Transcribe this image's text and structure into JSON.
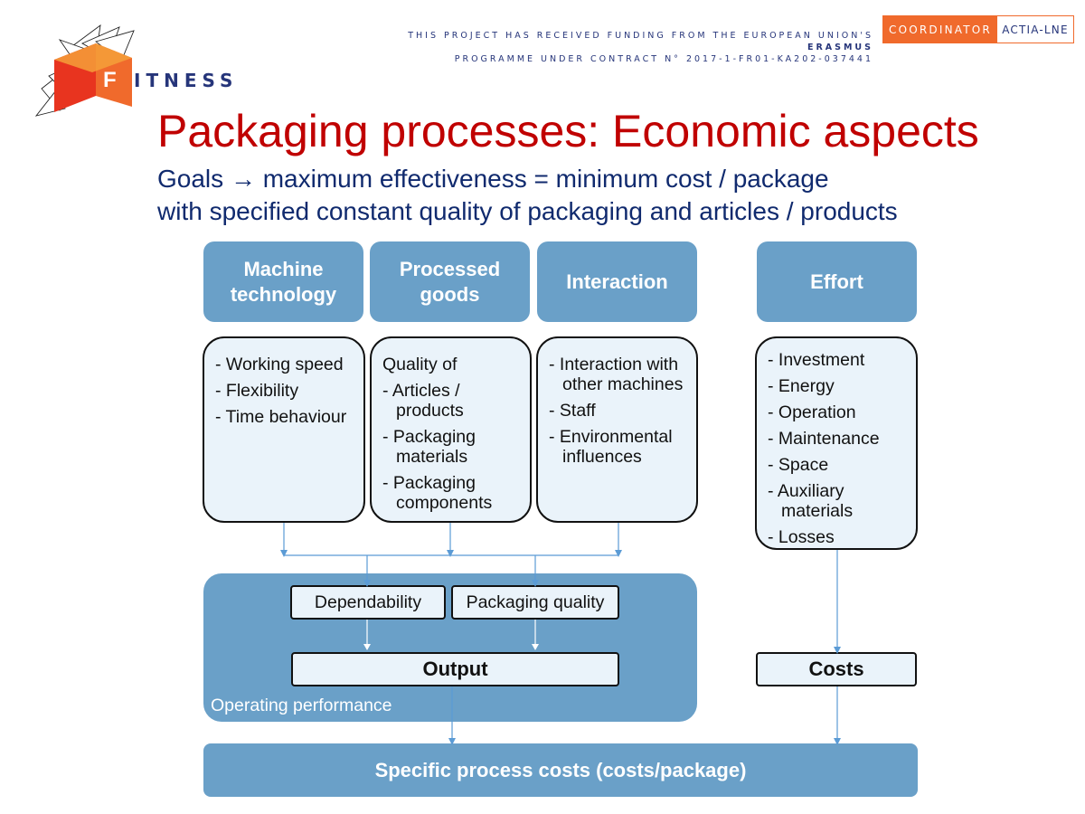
{
  "header": {
    "logo_text": "FITNESS",
    "funding_line1_pre": "THIS PROJECT HAS RECEIVED FUNDING FROM THE EUROPEAN UNION'S",
    "funding_line1_bold": "ERASMUS",
    "funding_line2": "PROGRAMME UNDER CONTRACT N° 2017-1-FR01-KA202-037441",
    "coordinator_label": "COORDINATOR",
    "coordinator_name": "ACTIA-LNE"
  },
  "slide": {
    "title": "Packaging processes: Economic aspects",
    "subtitle_line1_pre": "Goals",
    "subtitle_arrow": "→",
    "subtitle_line1_post": "maximum effectiveness = minimum cost / package",
    "subtitle_line2": "with specified constant quality of packaging and articles / products"
  },
  "diagram": {
    "headers": {
      "machine": [
        "Machine",
        "technology"
      ],
      "goods": [
        "Processed",
        "goods"
      ],
      "interaction": "Interaction",
      "effort": "Effort"
    },
    "machine_list": [
      "- Working speed",
      "- Flexibility",
      "- Time behaviour"
    ],
    "goods_list": {
      "intro": "Quality of",
      "items": [
        {
          "first": "- Articles /",
          "cont": "products"
        },
        {
          "first": "- Packaging",
          "cont": "materials"
        },
        {
          "first": "- Packaging",
          "cont": "components"
        }
      ]
    },
    "interaction_list": [
      {
        "first": "- Interaction with",
        "cont": "other machines"
      },
      {
        "first": "- Staff",
        "cont": ""
      },
      {
        "first": "- Environmental",
        "cont": "influences"
      }
    ],
    "effort_list": [
      {
        "first": "- Investment",
        "cont": ""
      },
      {
        "first": "- Energy",
        "cont": ""
      },
      {
        "first": "- Operation",
        "cont": ""
      },
      {
        "first": "- Maintenance",
        "cont": ""
      },
      {
        "first": "- Space",
        "cont": ""
      },
      {
        "first": "- Auxiliary",
        "cont": "materials"
      },
      {
        "first": "- Losses",
        "cont": ""
      }
    ],
    "dependability": "Dependability",
    "packaging_quality": "Packaging quality",
    "output": "Output",
    "costs": "Costs",
    "operating_performance": "Operating performance",
    "specific_costs": "Specific process costs (costs/package)"
  },
  "colors": {
    "title": "#c00000",
    "subtitle": "#102a6e",
    "box_fill": "#6aa0c8",
    "light_fill": "#eaf3fa",
    "accent_orange": "#f06a2c",
    "connector": "#5b9bd5"
  }
}
